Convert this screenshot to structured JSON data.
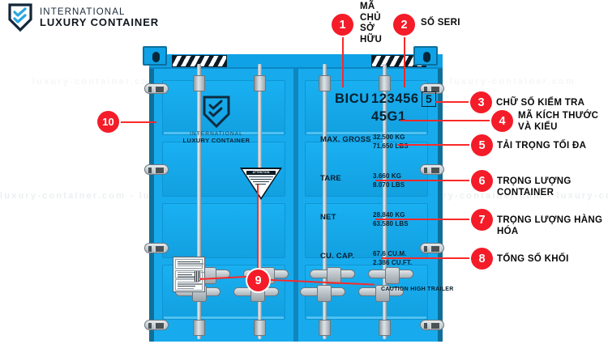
{
  "brand": {
    "line1": "INTERNATIONAL",
    "line2": "LUXURY CONTAINER",
    "mark_icon": "shield-check-icon"
  },
  "watermark": {
    "text": "luxury-container.com   -   luxury-container.com   -   luxury-container.com   -   luxury-container.com   -   luxury-container.com",
    "text2": "luxury-container.com   -   luxury-container.com   -   luxury-container.com   -   luxury-container.com"
  },
  "container": {
    "door_logo": {
      "line1": "INTERNATIONAL",
      "line2": "LUXURY CONTAINER",
      "mark_icon": "shield-check-icon"
    },
    "markings": {
      "owner_code": "BICU",
      "serial_number": "123456",
      "check_digit": "5",
      "size_type_code": "45G1",
      "rows": [
        {
          "label": "MAX. GROSS",
          "value_kg": "32.500 KG",
          "value_lbs": "71.650 LBS"
        },
        {
          "label": "TARE",
          "value_kg": "3.660 KG",
          "value_lbs": "8.070 LBS"
        },
        {
          "label": "NET",
          "value_kg": "28.840 KG",
          "value_lbs": "63.580 LBS"
        },
        {
          "label": "CU. CAP.",
          "value_kg": "67.6 CU.M.",
          "value_lbs": "2.386 CU.FT."
        }
      ],
      "caution": "CAUTION\nHIGH TRAILER",
      "attention_label": "ATTENTION"
    },
    "colors": {
      "body": "#14a7e8",
      "door": "#17abee",
      "frame": "#0f6f99",
      "marking_text": "#07202f"
    }
  },
  "annotations": {
    "accent_color": "#f41c28",
    "items": [
      {
        "num": "1",
        "label": "MÃ\nCHỦ\nSỞ\nHỮU"
      },
      {
        "num": "2",
        "label": "SỐ SERI"
      },
      {
        "num": "3",
        "label": "CHỮ SỐ KIỂM TRA"
      },
      {
        "num": "4",
        "label": "MÃ KÍCH THƯỚC\nVÀ KIỂU"
      },
      {
        "num": "5",
        "label": "TẢI TRỌNG TỐI ĐA"
      },
      {
        "num": "6",
        "label": "TRỌNG LƯỢNG CONTAINER"
      },
      {
        "num": "7",
        "label": "TRỌNG LƯỢNG HÀNG HÓA"
      },
      {
        "num": "8",
        "label": "TỔNG SỐ KHỐI"
      },
      {
        "num": "9",
        "label": ""
      },
      {
        "num": "10",
        "label": ""
      }
    ]
  }
}
